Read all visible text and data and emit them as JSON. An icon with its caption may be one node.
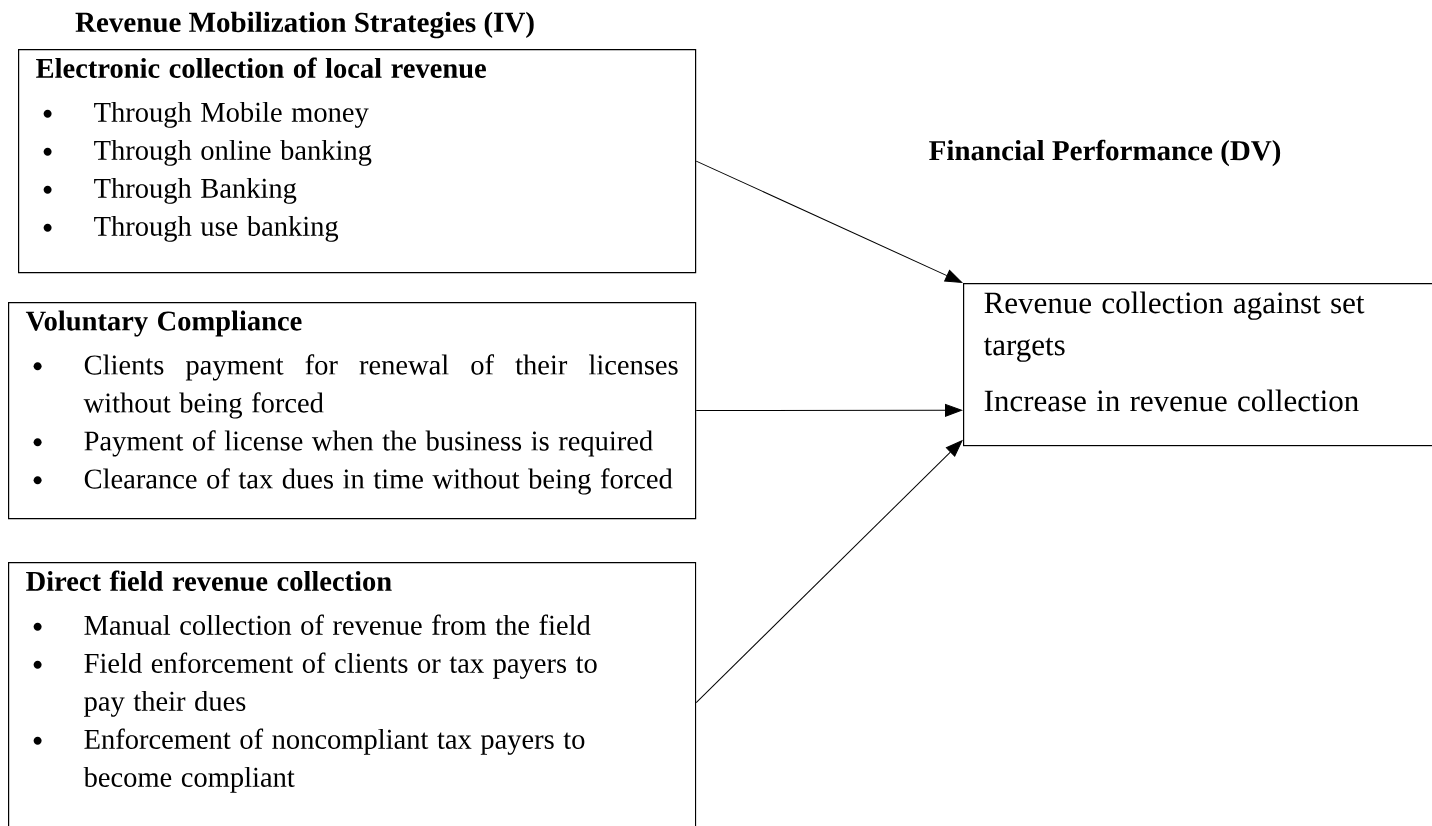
{
  "diagram": {
    "nodes": [
      {
        "text": [
          "Electronic collection of local revenue",
          "Through Mobile money",
          "Through online banking",
          "Through Banking",
          "Through use banking"
        ]
      },
      {
        "text": [
          "Voluntary Compliance",
          "Clients payment for renewal of their licenses without being forced",
          "Payment of license when the business is required",
          "Clearance of tax dues in time without being forced"
        ]
      },
      {
        "text": [
          "Direct field revenue collection",
          "Manual collection of revenue from the field",
          "Field enforcement of clients or tax payers to pay their dues",
          "Enforcement of noncompliant tax payers to become compliant"
        ]
      },
      {
        "text": [
          "Revenue collection against set targets",
          "Increase in revenue collection"
        ]
      }
    ],
    "edges": [
      {
        "from": 0,
        "to": 3,
        "arrow": "to"
      },
      {
        "from": 1,
        "to": 3,
        "arrow": "to"
      },
      {
        "from": 2,
        "to": 3,
        "arrow": "to"
      }
    ],
    "labels": [
      "Revenue Mobilization Strategies (IV)",
      "Financial Performance  (DV)"
    ]
  }
}
